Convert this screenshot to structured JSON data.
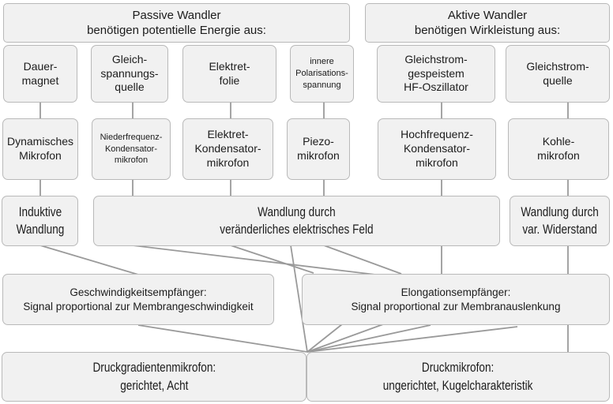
{
  "headers": {
    "passive": "Passive Wandler\nbenötigen potentielle Energie aus:",
    "aktive": "Aktive Wandler\nbenötigen Wirkleistung aus:"
  },
  "sources": {
    "dauermagnet": "Dauer-\nmagnet",
    "gleichspannungsquelle": "Gleich-\nspannungs-\nquelle",
    "elektretfolie": "Elektret-\nfolie",
    "polarisationsspannung": "innere\nPolarisations-\nspannung",
    "hf_oszillator": "Gleichstrom-\ngespeistem\nHF-Oszillator",
    "gleichstromquelle": "Gleichstrom-\nquelle"
  },
  "mikrofone": {
    "dynamisch": "Dynamisches\nMikrofon",
    "niederfrequenz": "Niederfrequenz-\nKondensator-\nmikrofon",
    "elektret_kondensator": "Elektret-\nKondensator-\nmikrofon",
    "piezo": "Piezo-\nmikrofon",
    "hochfrequenz": "Hochfrequenz-\nKondensator-\nmikrofon",
    "kohle": "Kohle-\nmikrofon"
  },
  "wandlung": {
    "induktiv": "Induktive\nWandlung",
    "feld": "Wandlung durch\nveränderliches elektrisches Feld",
    "widerstand": "Wandlung durch\nvar. Widerstand"
  },
  "empfaenger": {
    "geschwindigkeit": "Geschwindigkeitsempfänger:\nSignal proportional zur Membrangeschwindigkeit",
    "elongation": "Elongationsempfänger:\nSignal proportional zur Membranauslenkung"
  },
  "mikrofontypen": {
    "druckgradient": "Druckgradientenmikrofon:\ngerichtet, Acht",
    "druck": "Druckmikrofon:\nungerichtet, Kugelcharakteristik"
  },
  "edges": [
    "Dauermagnet -> Dynamisches Mikrofon",
    "Gleichspannungsquelle -> Niederfrequenz-Kondensatormikrofon",
    "Elektretfolie -> Elektret-Kondensatormikrofon",
    "innere Polarisationsspannung -> Piezomikrofon",
    "Gleichstromgespeister HF-Oszillator -> Hochfrequenz-Kondensatormikrofon",
    "Gleichstromquelle -> Kohlemikrofon",
    "Dynamisches Mikrofon -> Induktive Wandlung",
    "Niederfrequenz-Kondensatormikrofon -> Wandlung durch veränderliches elektrisches Feld",
    "Elektret-Kondensatormikrofon -> Wandlung durch veränderliches elektrisches Feld",
    "Piezomikrofon -> Wandlung durch veränderliches elektrisches Feld",
    "Hochfrequenz-Kondensatormikrofon -> Wandlung durch veränderliches elektrisches Feld",
    "Kohlemikrofon -> Wandlung durch var. Widerstand",
    "Induktive Wandlung -> Geschwindigkeitsempfänger",
    "Wandlung durch veränderliches elektrisches Feld -> Elongationsempfänger",
    "Wandlung durch var. Widerstand -> Elongationsempfänger",
    "Geschwindigkeitsempfänger -> Druckgradientenmikrofon",
    "Geschwindigkeitsempfänger -> Druckmikrofon",
    "Elongationsempfänger -> Druckgradientenmikrofon",
    "Elongationsempfänger -> Druckmikrofon"
  ],
  "colors": {
    "box_bg": "#f1f1f1",
    "box_border": "#b9b9b9",
    "line": "#9a9a9a",
    "text": "#1c1c1c",
    "page_bg": "#ffffff"
  }
}
